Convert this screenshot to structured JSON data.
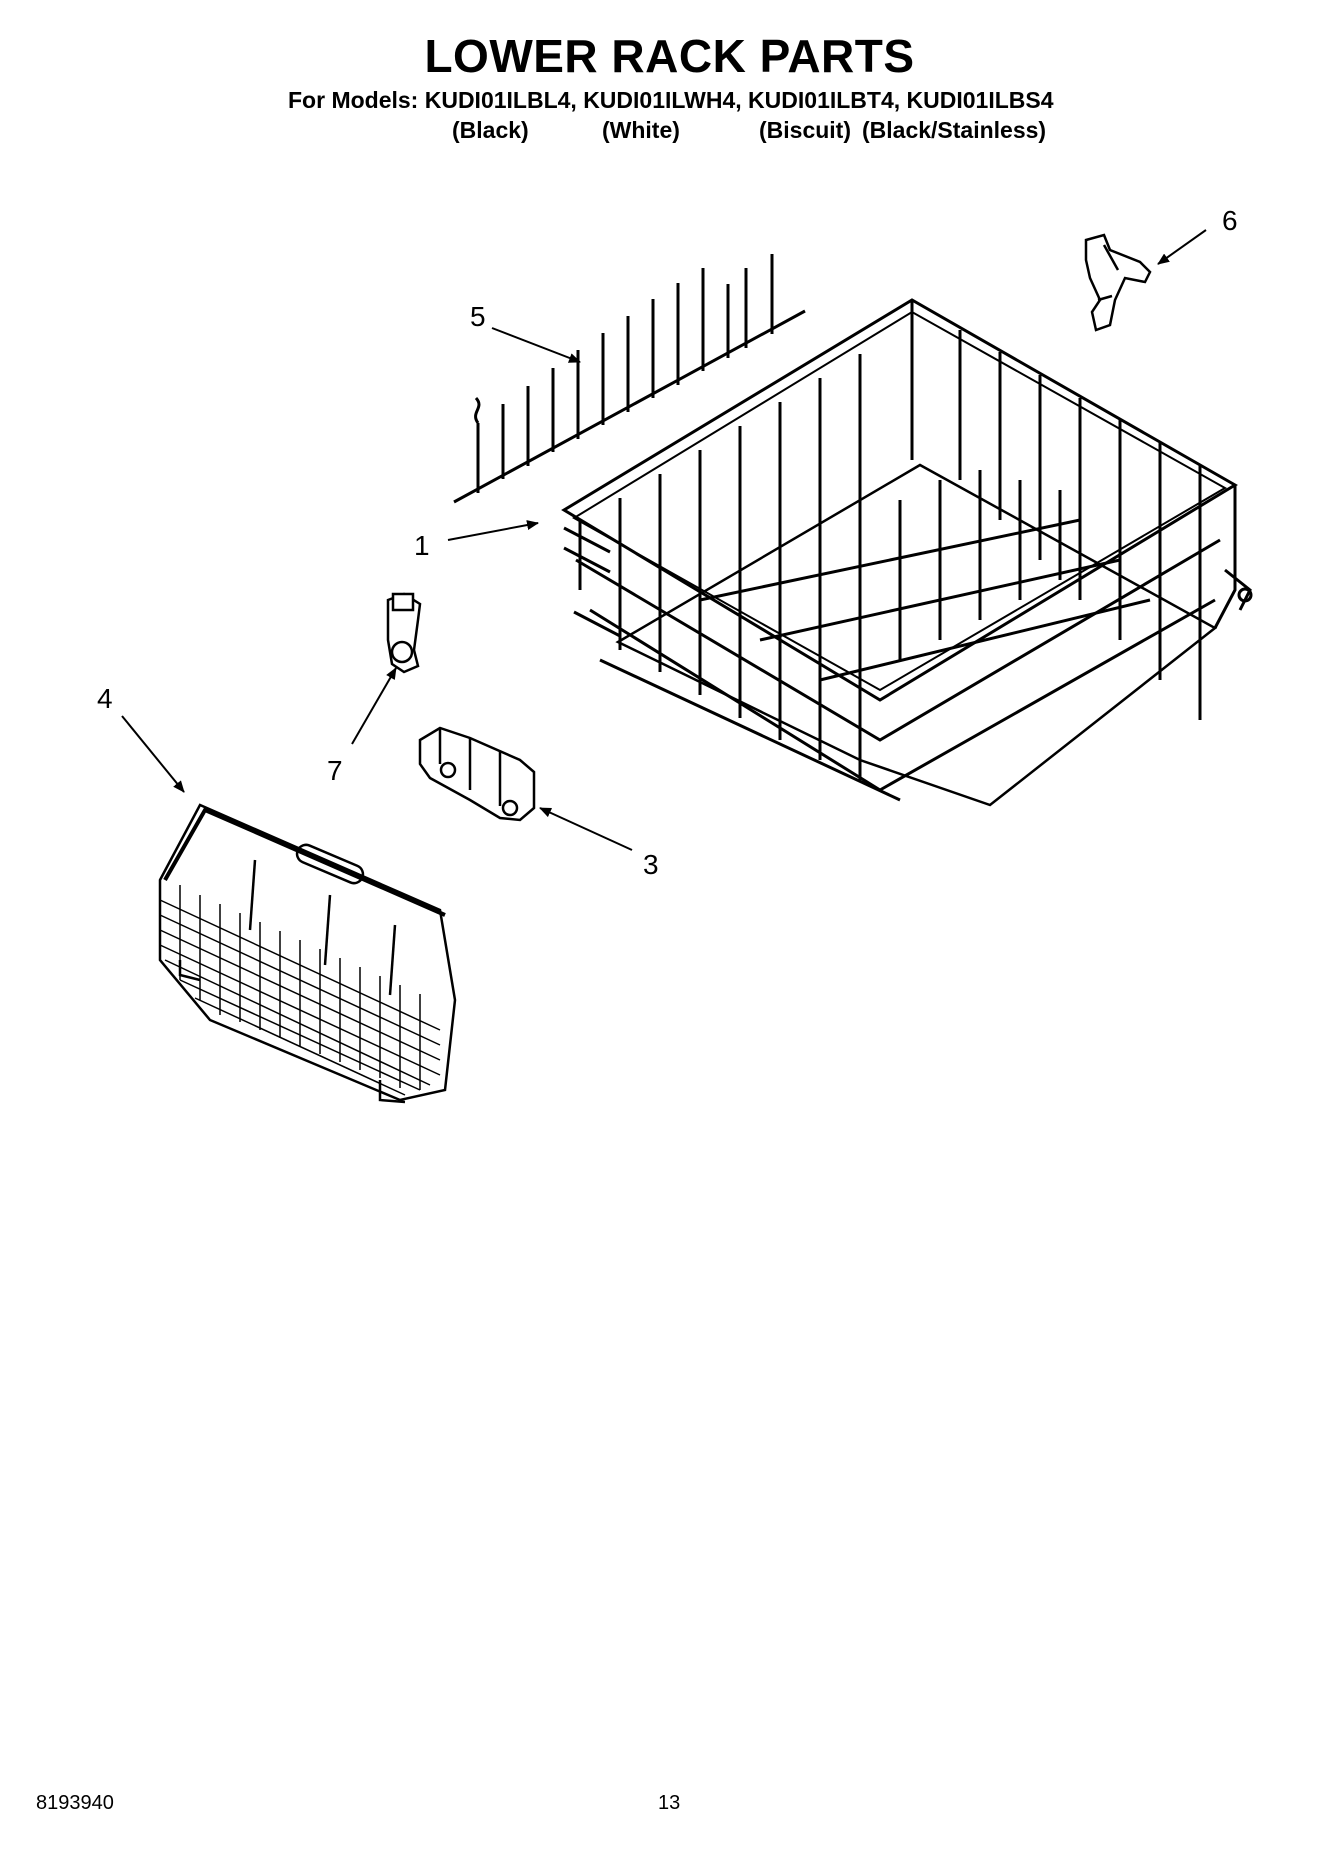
{
  "header": {
    "title": "LOWER RACK PARTS",
    "models_line": "For Models: KUDI01ILBL4, KUDI01ILWH4, KUDI01ILBT4, KUDI01ILBS4",
    "colors": [
      "(Black)",
      "(White)",
      "(Biscuit)",
      "(Black/Stainless)"
    ]
  },
  "callouts": {
    "c1": "1",
    "c3": "3",
    "c4": "4",
    "c5": "5",
    "c6": "6",
    "c7": "7"
  },
  "parts": [
    {
      "number": "1",
      "name": "lower-dishrack"
    },
    {
      "number": "3",
      "name": "rack-bumper"
    },
    {
      "number": "4",
      "name": "silverware-basket"
    },
    {
      "number": "5",
      "name": "tine-row"
    },
    {
      "number": "6",
      "name": "rack-clip"
    },
    {
      "number": "7",
      "name": "roller-clip"
    }
  ],
  "footer": {
    "doc_number": "8193940",
    "page_number": "13"
  },
  "colors": {
    "ink": "#000000",
    "paper": "#ffffff"
  }
}
